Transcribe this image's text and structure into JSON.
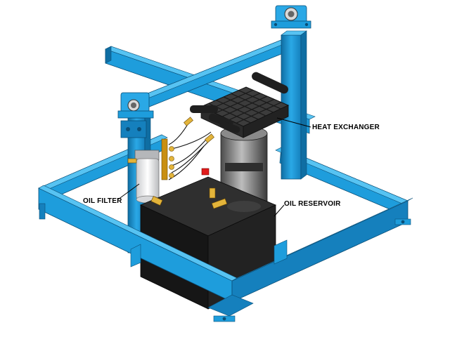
{
  "labels": {
    "heat_exchanger": "HEAT EXCHANGER",
    "oil_filter": "OIL FILTER",
    "oil_reservoir": "OIL RESERVOIR"
  },
  "colors": {
    "frame": "#1e9ddc",
    "frame_dark": "#0f6ea3",
    "frame_light": "#57c3f2",
    "reservoir": "#1a1a1a",
    "exchanger_grid": "#4a4a4a",
    "filter": "#e9eaec",
    "fittings": "#d4a017",
    "cap": "#e01b1b"
  },
  "icons": {
    "bearing": "pillow-block-bearing-icon"
  }
}
